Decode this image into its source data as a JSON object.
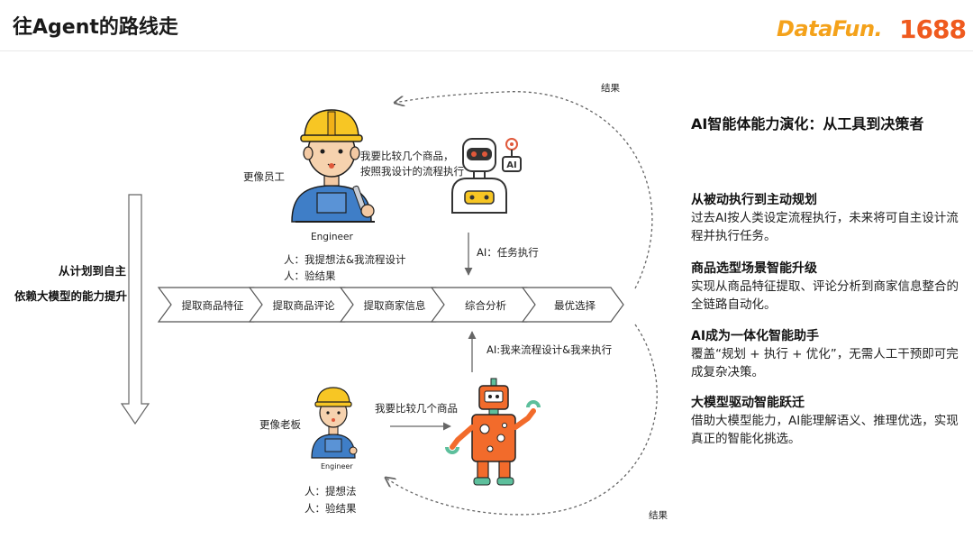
{
  "header": {
    "title": "往Agent的路线走",
    "logo_datafun": "DataFun.",
    "logo_1688": "1688"
  },
  "diagram": {
    "left_arrow_label_1": "从计划到自主",
    "left_arrow_label_2": "依赖大模型的能力提升",
    "top": {
      "role_label": "更像员工",
      "engineer_caption": "Engineer",
      "speech_1": "我要比较几个商品，",
      "speech_2": "按照我设计的流程执行",
      "human_line_1": "人：我提想法&我流程设计",
      "human_line_2": "人：验结果",
      "ai_label": "AI：任务执行",
      "result_label": "结果"
    },
    "flow_steps": [
      "提取商品特征",
      "提取商品评论",
      "提取商家信息",
      "综合分析",
      "最优选择"
    ],
    "bottom": {
      "role_label": "更像老板",
      "engineer_caption": "Engineer",
      "speech": "我要比较几个商品",
      "human_line_1": "人：提想法",
      "human_line_2": "人：验结果",
      "ai_label": "AI:我来流程设计&我来执行",
      "result_label": "结果"
    }
  },
  "panel": {
    "title": "AI智能体能力演化：从工具到决策者",
    "sections": [
      {
        "heading": "从被动执行到主动规划",
        "body": "过去AI按人类设定流程执行，未来将可自主设计流程并执行任务。"
      },
      {
        "heading": "商品选型场景智能升级",
        "body": "实现从商品特征提取、评论分析到商家信息整合的全链路自动化。"
      },
      {
        "heading": "AI成为一体化智能助手",
        "body": "覆盖“规划 + 执行 + 优化”，无需人工干预即可完成复杂决策。"
      },
      {
        "heading": "大模型驱动智能跃迁",
        "body": "借助大模型能力，AI能理解语义、推理优选，实现真正的智能化挑选。"
      }
    ]
  },
  "colors": {
    "accent_orange": "#ef5a1e",
    "helmet_yellow": "#f7c624",
    "overall_blue": "#3f7ec7",
    "robot_orange": "#f26b2b",
    "robot_teal": "#5dbf9c"
  }
}
